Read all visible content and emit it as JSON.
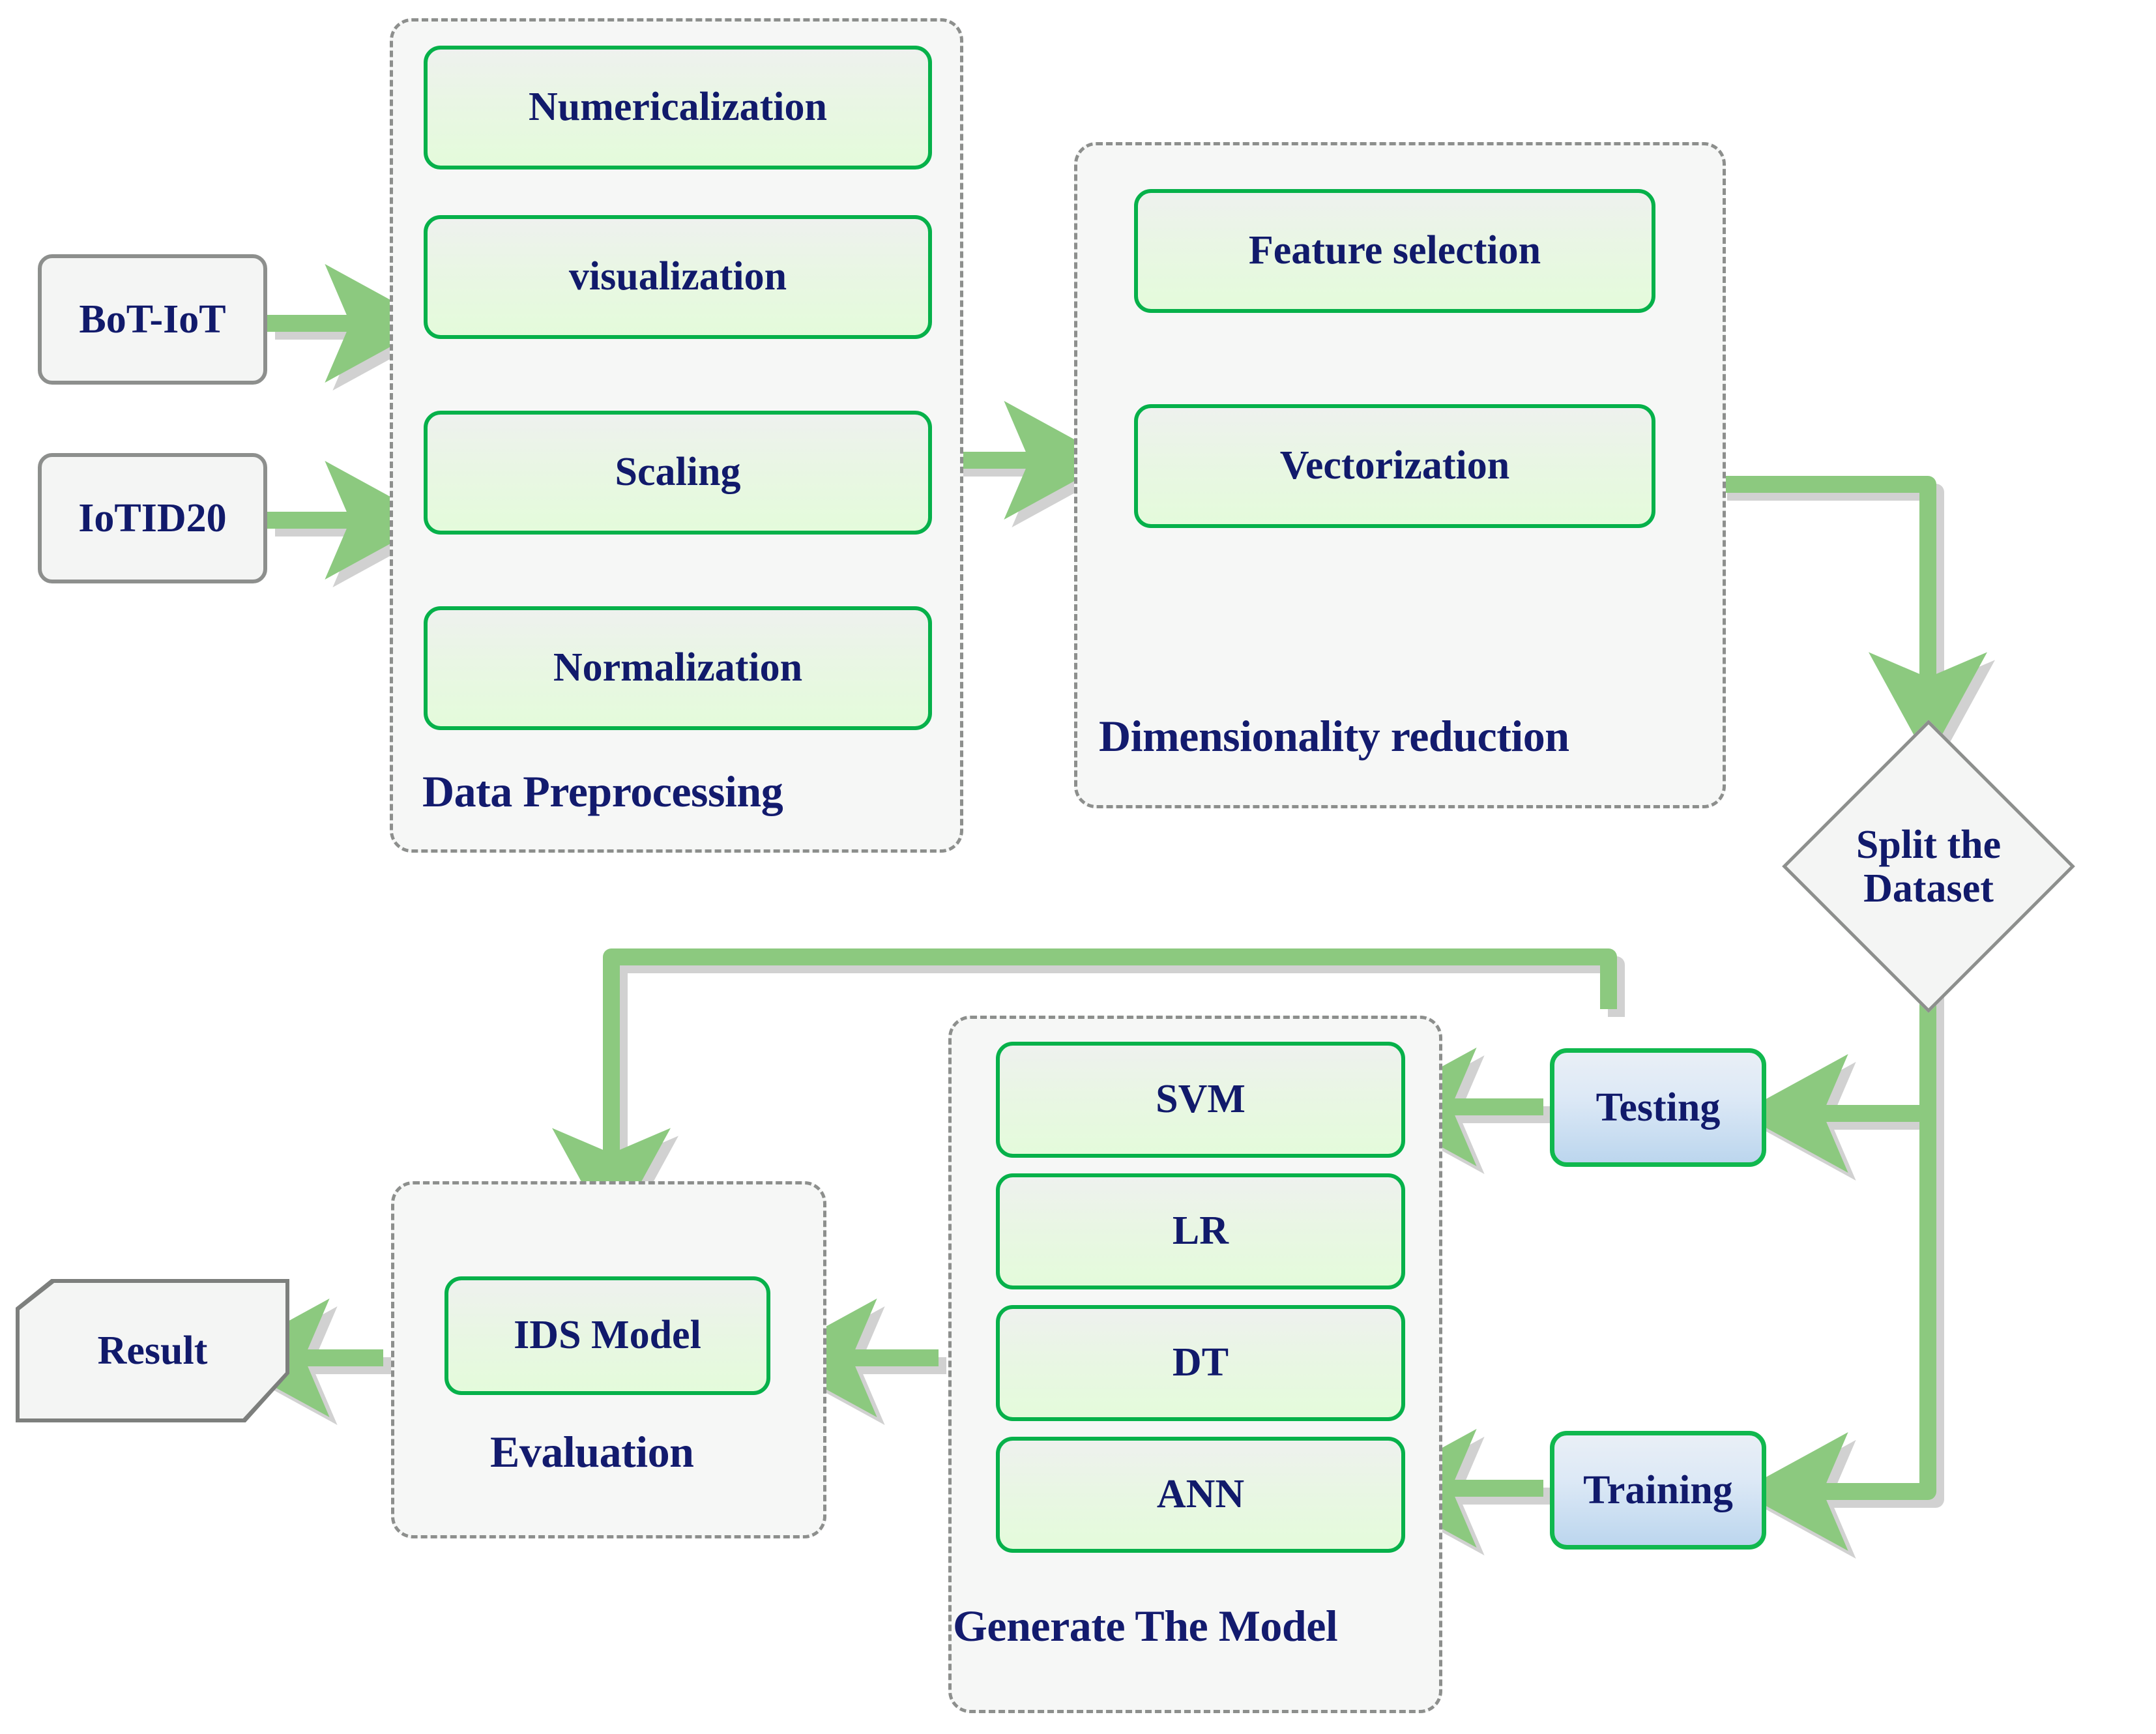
{
  "meta": {
    "title": "IDS Machine Learning Pipeline Flowchart",
    "colors": {
      "green_border": "#06b14a",
      "arrow_green": "#8cc97f",
      "arrow_shadow": "#cfcfcf",
      "text_navy": "#111a6b",
      "grey_border": "#8d8f8d",
      "group_fill": "#f6f7f6",
      "blue_fill": "#bcd6ee"
    }
  },
  "datasets": [
    {
      "label": "BoT-IoT"
    },
    {
      "label": "IoTID20"
    }
  ],
  "groups": {
    "preprocessing": {
      "label": "Data Preprocessing",
      "steps": [
        {
          "label": "Numericalization"
        },
        {
          "label": "visualization"
        },
        {
          "label": "Scaling"
        },
        {
          "label": "Normalization"
        }
      ]
    },
    "dimensionality": {
      "label": "Dimensionality reduction",
      "steps": [
        {
          "label": "Feature selection"
        },
        {
          "label": "Vectorization"
        }
      ]
    },
    "generate_model": {
      "label": "Generate The Model",
      "steps": [
        {
          "label": "SVM"
        },
        {
          "label": "LR"
        },
        {
          "label": "DT"
        },
        {
          "label": "ANN"
        }
      ]
    },
    "evaluation": {
      "label": "Evaluation",
      "steps": [
        {
          "label": "IDS Model"
        }
      ]
    }
  },
  "decision": {
    "label": "Split the\nDataset"
  },
  "splits": [
    {
      "label": "Testing"
    },
    {
      "label": "Training"
    }
  ],
  "output": {
    "label": "Result"
  }
}
